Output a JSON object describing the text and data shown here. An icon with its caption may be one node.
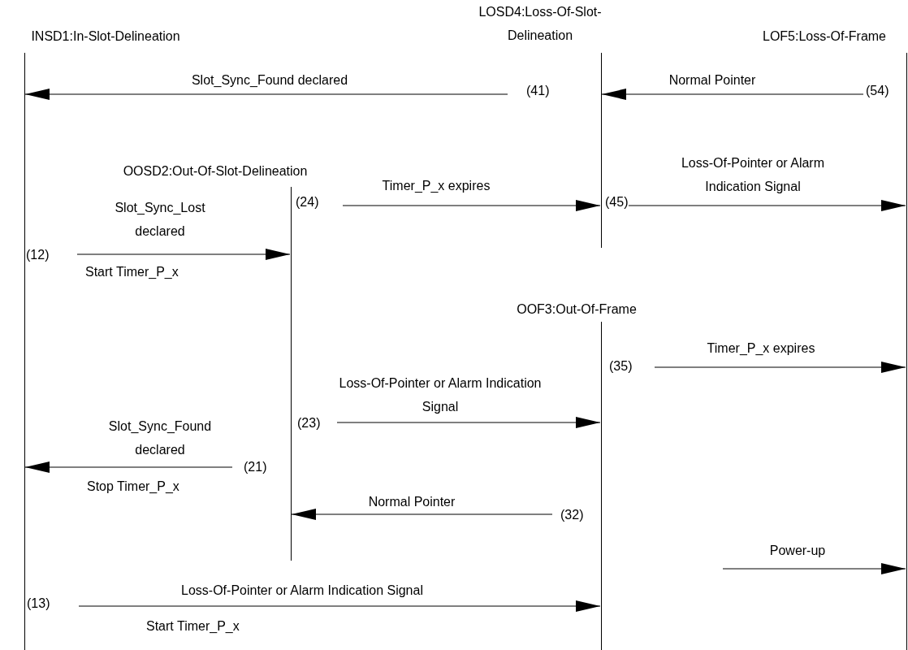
{
  "diagram": {
    "nodes": [
      {
        "text": [
          "INSD1:In-Slot-Delineation"
        ]
      },
      {
        "text": [
          "LOSD4:Loss-Of-Slot-Delineation"
        ]
      },
      {
        "text": [
          "LOF5:Loss-Of-Frame"
        ]
      },
      {
        "text": [
          "OOSD2:Out-Of-Slot-Delineation"
        ]
      },
      {
        "text": [
          "OOF3:Out-Of-Frame"
        ]
      }
    ],
    "edges": [
      {
        "from": 1,
        "to": 0,
        "arrow": "to",
        "label": "Slot_Sync_Found declared"
      },
      {
        "from": 2,
        "to": 1,
        "arrow": "to",
        "label": "Normal Pointer"
      },
      {
        "from": 3,
        "to": 1,
        "arrow": "to",
        "label": "Timer_P_x expires"
      },
      {
        "from": 1,
        "to": 2,
        "arrow": "to",
        "label": "Loss-Of-Pointer or Alarm Indication Signal"
      },
      {
        "from": 0,
        "to": 3,
        "arrow": "to",
        "label": "Slot_Sync_Lost declared"
      },
      {
        "from": 4,
        "to": 2,
        "arrow": "to",
        "label": "Timer_P_x expires"
      },
      {
        "from": 3,
        "to": 4,
        "arrow": "to",
        "label": "Loss-Of-Pointer or Alarm Indication Signal"
      },
      {
        "from": 3,
        "to": 0,
        "arrow": "to",
        "label": "Slot_Sync_Found declared"
      },
      {
        "from": 4,
        "to": 3,
        "arrow": "to",
        "label": "Normal Pointer"
      },
      {
        "from": null,
        "to": 2,
        "arrow": "to",
        "label": "Power-up"
      },
      {
        "from": 0,
        "to": 4,
        "arrow": "to",
        "label": "Loss-Of-Pointer or Alarm Indication Signal"
      }
    ],
    "labels": [
      "(41)",
      "(54)",
      "(24)",
      "(45)",
      "(12)",
      "Start Timer_P_x",
      "(35)",
      "(23)",
      "(21)",
      "Stop Timer_P_x",
      "(32)",
      "(13)",
      "Start Timer_P_x"
    ]
  }
}
